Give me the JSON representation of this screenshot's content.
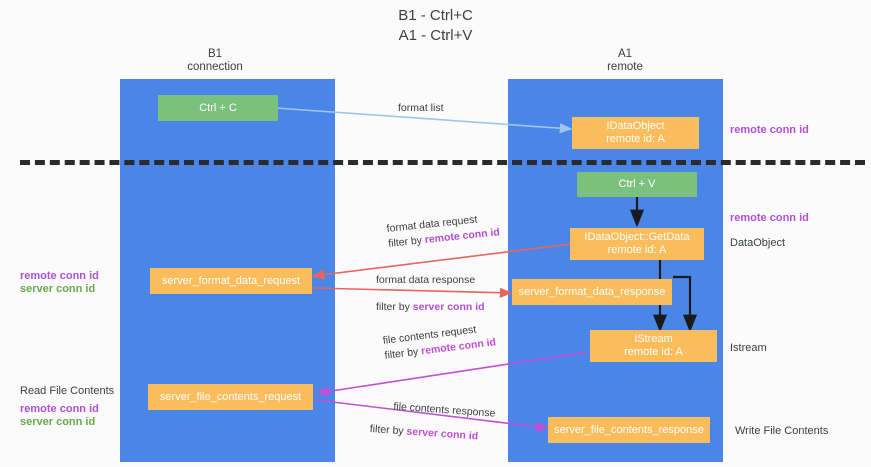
{
  "title": "B1 - Ctrl+C\nA1 - Ctrl+V",
  "columns": [
    {
      "name": "b1",
      "label": "B1\nconnection"
    },
    {
      "name": "a1",
      "label": "A1\nremote"
    }
  ],
  "nodes": {
    "ctrl_c": "Ctrl + C",
    "idataobject_remote": "IDataObject\nremote id: A",
    "ctrl_v": "Ctrl + V",
    "getdata": "IDataObject::GetData\nremote id: A",
    "server_format_data_request": "server_format_data_request",
    "server_format_data_response": "server_format_data_response",
    "istream_remote": "IStream\nremote id: A",
    "server_file_contents_request": "server_file_contents_request",
    "server_file_contents_response": "server_file_contents_response"
  },
  "edge_labels": {
    "format_list": "format list",
    "format_data_request": "format data request",
    "format_data_request_filter_prefix": "filter by ",
    "format_data_request_filter_key": "remote conn id",
    "format_data_response": "format data response",
    "format_data_response_filter_prefix": "filter by ",
    "format_data_response_filter_key": "server conn id",
    "file_contents_request": "file contents request",
    "file_contents_request_filter_prefix": "filter by ",
    "file_contents_request_filter_key": "remote conn id",
    "file_contents_response": "file contents response",
    "file_contents_response_filter_prefix": "filter by ",
    "file_contents_response_filter_key": "server conn id"
  },
  "annotations": {
    "right_remote_conn_id_top": "remote conn id",
    "right_remote_conn_id_mid": "remote conn id",
    "right_dataobject": "DataObject",
    "right_istream": "Istream",
    "right_write_file_contents": "Write File Contents",
    "left_remote_conn_id_mid": "remote conn id",
    "left_server_conn_id_mid": "server conn id",
    "left_read_file_contents": "Read File Contents",
    "left_remote_conn_id_bottom": "remote conn id",
    "left_server_conn_id_bottom": "server conn id"
  },
  "colors": {
    "lane": "#4a86e8",
    "node_green": "#7bc17e",
    "node_orange": "#fbbc5c",
    "accent_purple": "#b24fd4",
    "accent_green": "#6aa84f",
    "arrow_red": "#e8645c",
    "arrow_magenta": "#c24fd4",
    "arrow_blue": "#9fc5e8",
    "arrow_black": "#1a1a1a",
    "divider": "#2b2b2b"
  }
}
